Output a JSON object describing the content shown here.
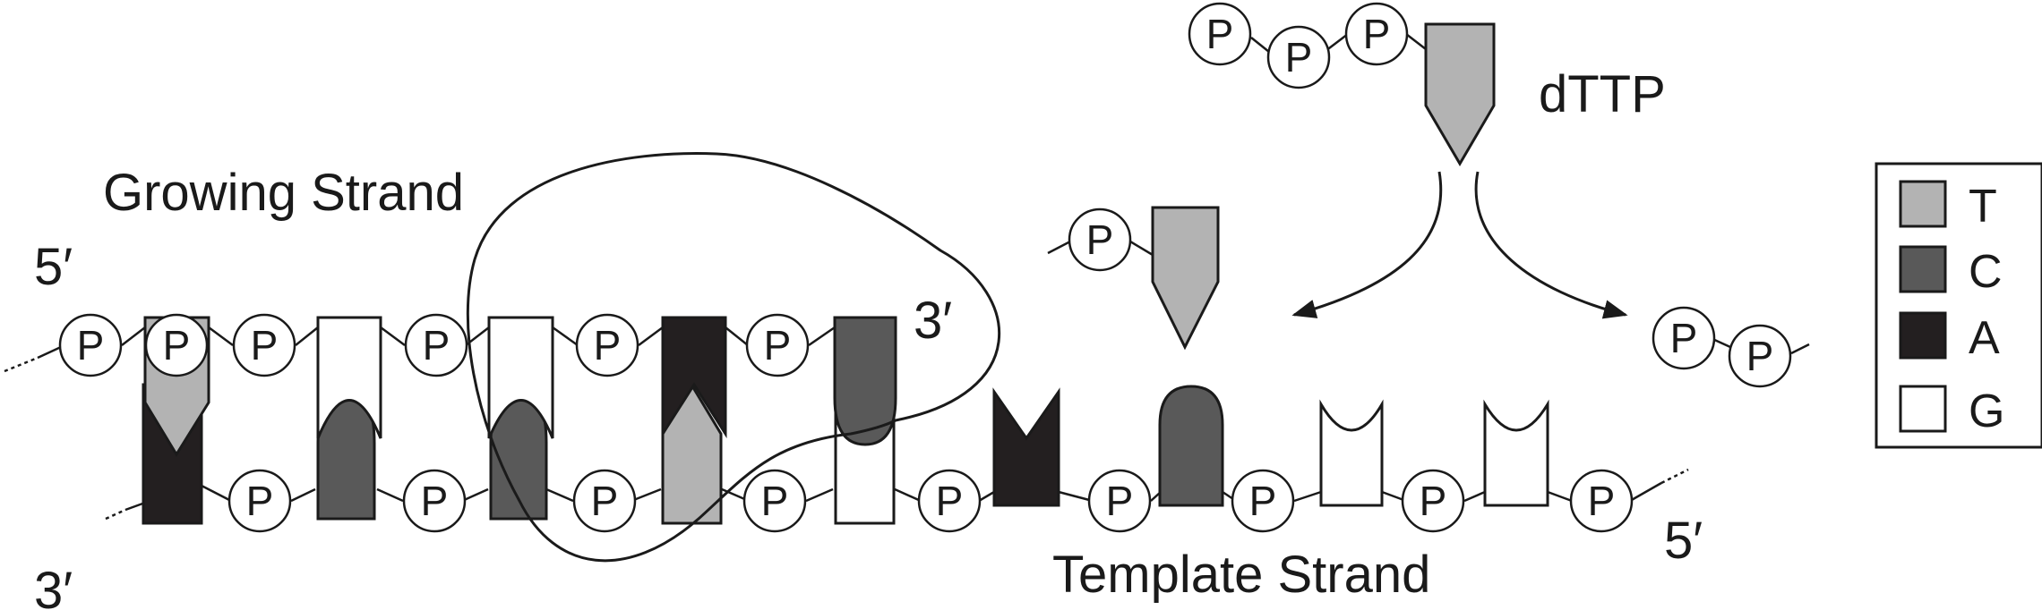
{
  "labels": {
    "growing_strand": "Growing Strand",
    "template_strand": "Template Strand",
    "top_5prime": "5′",
    "bottom_3prime": "3′",
    "bottom_5prime": "5′",
    "loop_3prime": "3′",
    "incoming_nucleotide": "dTTP"
  },
  "phosphate_symbol": "P",
  "colors": {
    "T": "#b3b3b3",
    "C": "#595959",
    "A": "#231f20",
    "G": "#ffffff"
  },
  "legend": [
    {
      "base": "T",
      "label": "T"
    },
    {
      "base": "C",
      "label": "C"
    },
    {
      "base": "A",
      "label": "A"
    },
    {
      "base": "G",
      "label": "G"
    }
  ],
  "growing_strand_bases": [
    "T",
    "G",
    "G",
    "A",
    "C"
  ],
  "template_strand_bases": [
    "A",
    "C",
    "C",
    "T",
    "G",
    "A",
    "C",
    "G",
    "G"
  ]
}
